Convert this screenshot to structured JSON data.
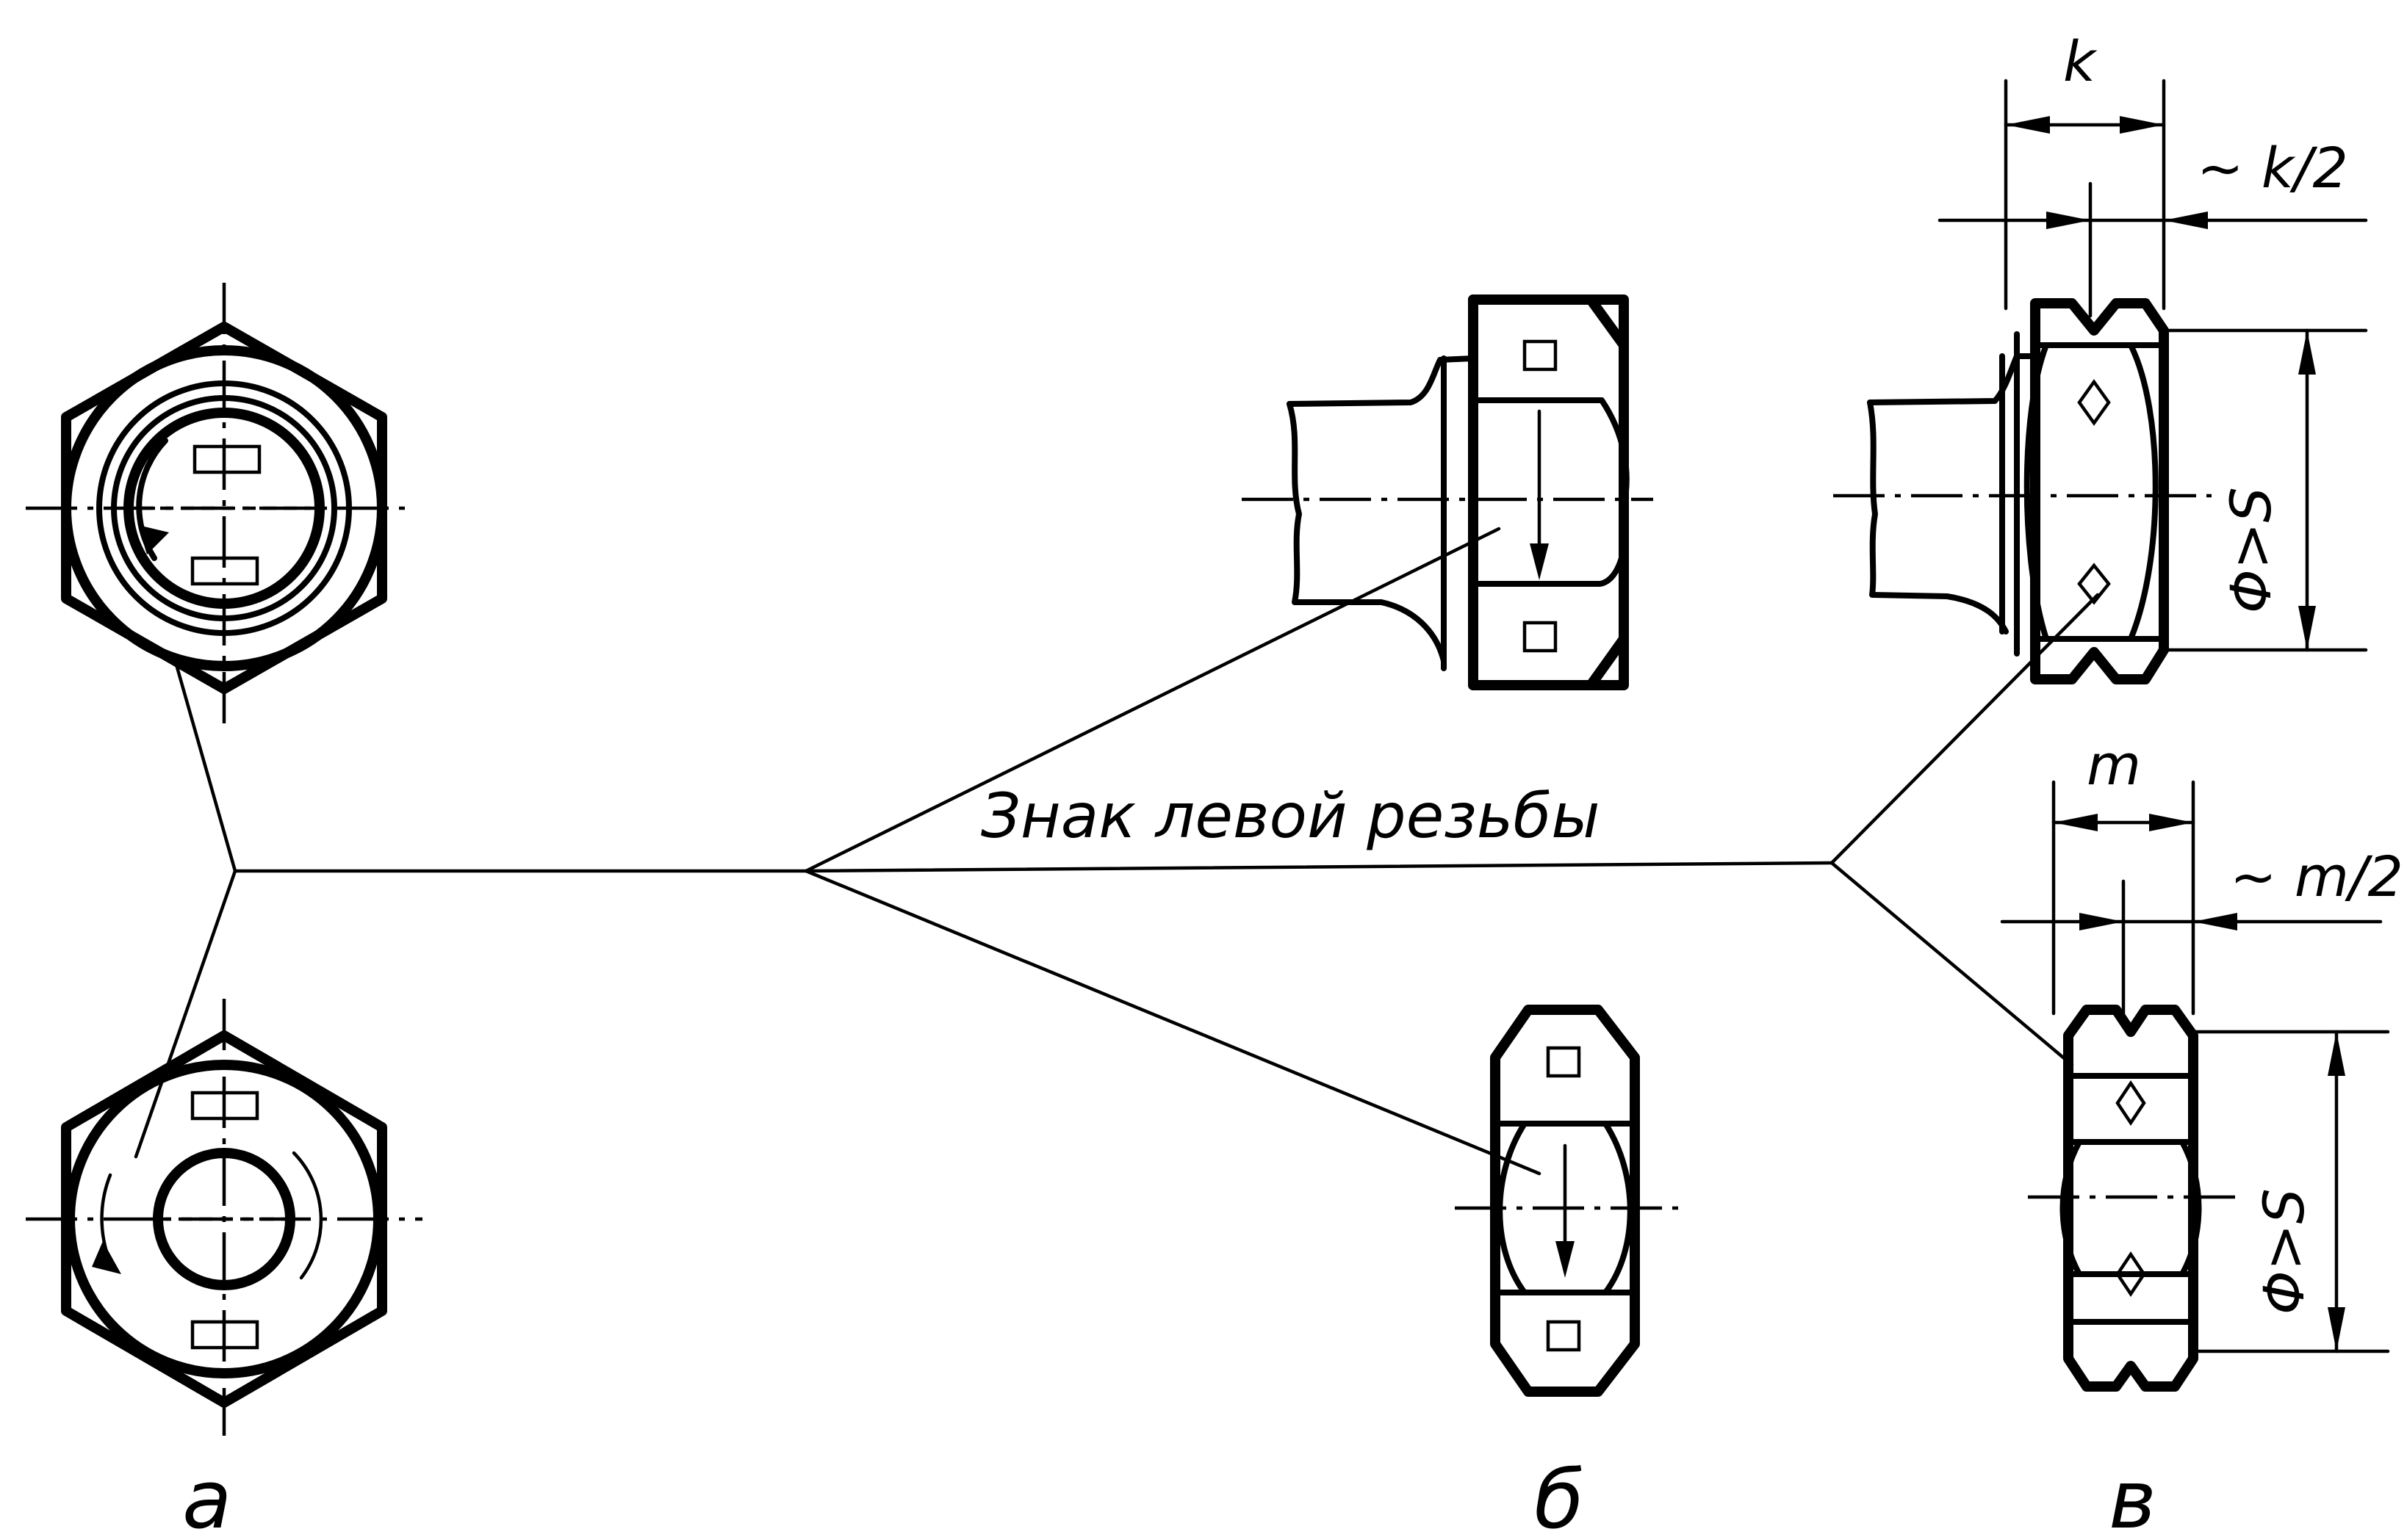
{
  "caption": "Знак левой резьбы",
  "view_labels": {
    "a": "а",
    "b": "б",
    "v": "в"
  },
  "dimensions": {
    "k": "k",
    "k_half": "~ k/2",
    "m": "m",
    "m_half": "~ m/2",
    "phi_s_1": "Φ>S",
    "phi_s_2": "Φ>S"
  }
}
